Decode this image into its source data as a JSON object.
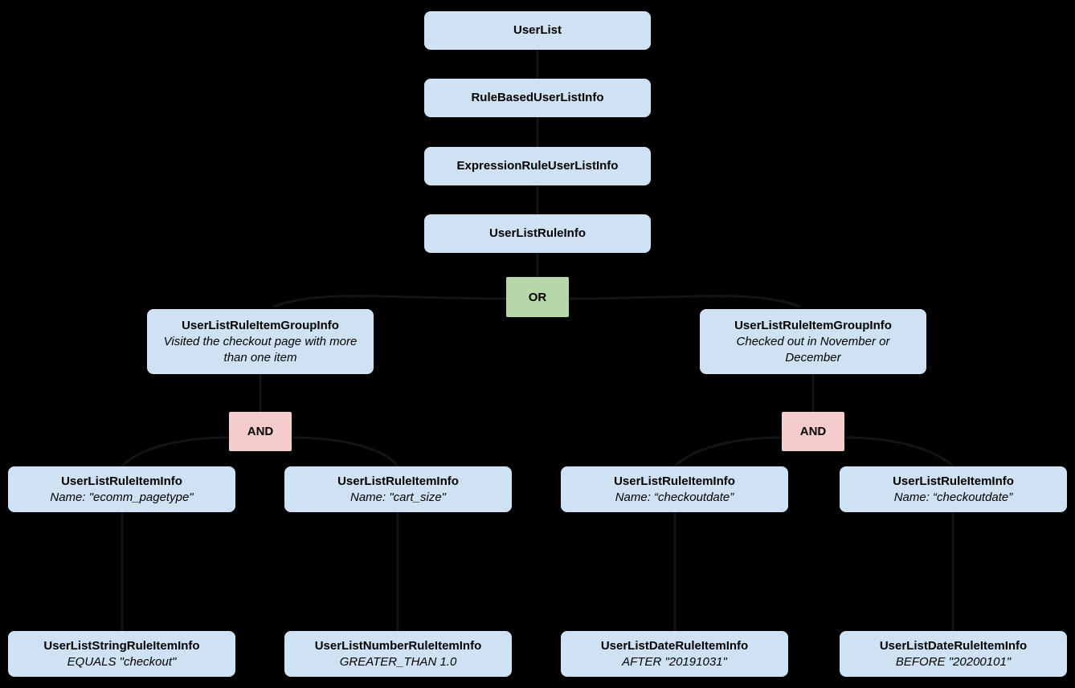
{
  "diagram": {
    "background_color": "#000000",
    "colors": {
      "class_box": "#cfe2f3",
      "or_box": "#b6d7a8",
      "and_box": "#f4cccc",
      "text": "#000000"
    },
    "nodes": {
      "userlist": {
        "title": "UserList"
      },
      "rule_based": {
        "title": "RuleBasedUserListInfo"
      },
      "expression_rule": {
        "title": "ExpressionRuleUserListInfo"
      },
      "user_list_rule_info": {
        "title": "UserListRuleInfo"
      },
      "or_operator": {
        "label": "OR"
      },
      "and_left": {
        "label": "AND"
      },
      "and_right": {
        "label": "AND"
      },
      "group_left": {
        "title": "UserListRuleItemGroupInfo",
        "subtitle": "Visited the checkout page with more than one item"
      },
      "group_right": {
        "title": "UserListRuleItemGroupInfo",
        "subtitle": "Checked out in November or December"
      },
      "item_1": {
        "title": "UserListRuleItemInfo",
        "subtitle": "Name: \"ecomm_pagetype\""
      },
      "item_2": {
        "title": "UserListRuleItemInfo",
        "subtitle": "Name: \"cart_size\""
      },
      "item_3": {
        "title": "UserListRuleItemInfo",
        "subtitle": "Name: “checkoutdate”"
      },
      "item_4": {
        "title": "UserListRuleItemInfo",
        "subtitle": "Name: “checkoutdate”"
      },
      "leaf_1": {
        "title": "UserListStringRuleItemInfo",
        "subtitle": "EQUALS \"checkout\""
      },
      "leaf_2": {
        "title": "UserListNumberRuleItemInfo",
        "subtitle": "GREATER_THAN 1.0"
      },
      "leaf_3": {
        "title": "UserListDateRuleItemInfo",
        "subtitle": "AFTER \"20191031\""
      },
      "leaf_4": {
        "title": "UserListDateRuleItemInfo",
        "subtitle": "BEFORE \"20200101\""
      }
    }
  }
}
